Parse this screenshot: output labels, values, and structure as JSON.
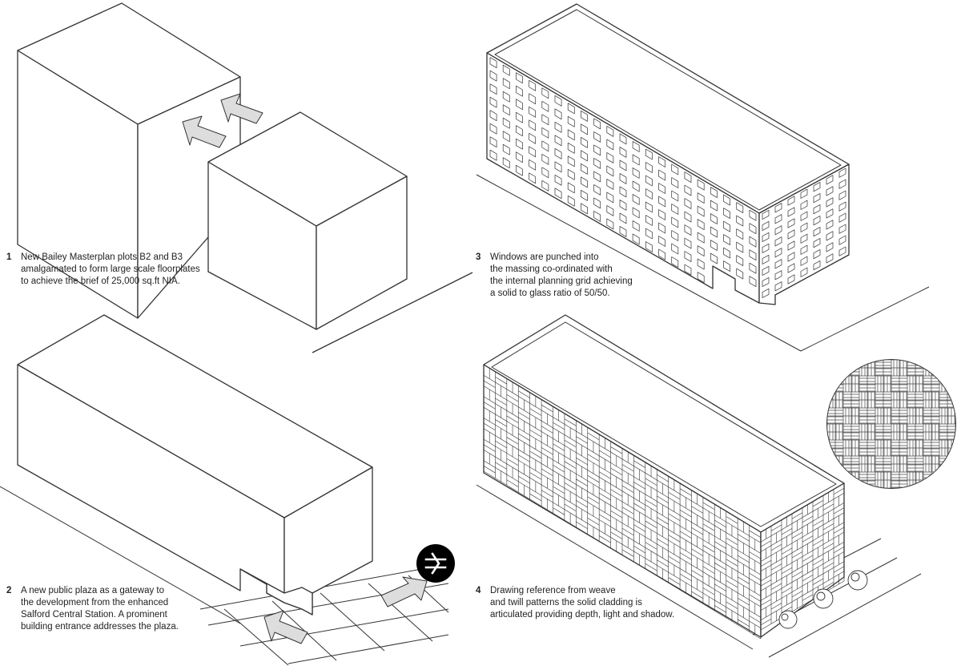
{
  "captions": [
    {
      "number": "1",
      "lines": [
        "New Bailey Masterplan plots B2 and B3",
        "amalgamated to form large scale floorplates",
        "to achieve the brief of 25,000 sq.ft NIA."
      ]
    },
    {
      "number": "2",
      "lines": [
        "A new public plaza as a gateway to",
        "the development from the enhanced",
        "Salford Central Station. A prominent",
        "building entrance addresses the plaza."
      ]
    },
    {
      "number": "3",
      "lines": [
        "Windows are punched into",
        "the massing co-ordinated with",
        "the internal planning grid achieving",
        "a solid to glass ratio of 50/50."
      ]
    },
    {
      "number": "4",
      "lines": [
        "Drawing reference from weave",
        "and twill patterns the solid cladding is",
        "articulated providing depth, light and shadow."
      ]
    }
  ],
  "icons": {
    "station": "national-rail-icon",
    "arrows": "movement-arrow-icon",
    "detail": "weave-detail-magnifier"
  },
  "colors": {
    "line": "#333333",
    "arrow_fill": "#dddddd",
    "badge": "#000000",
    "background": "#ffffff"
  }
}
